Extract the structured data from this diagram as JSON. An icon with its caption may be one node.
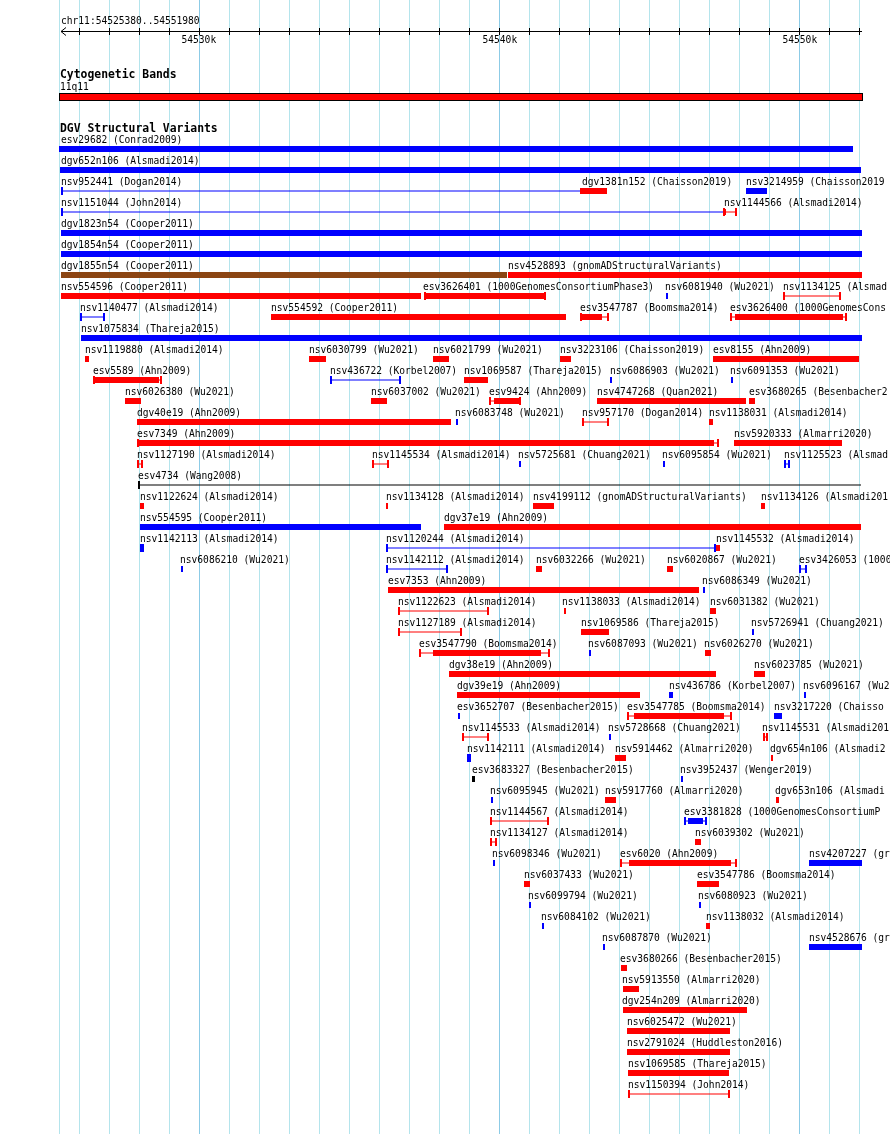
{
  "diagram": {
    "labels": [
      "chr11:54525380..54551980",
      "54530k",
      "54540k",
      "54550k",
      "Cytogenetic Bands",
      "11q11",
      "DGV Structural Variants",
      "esv29682 (Conrad2009)",
      "dgv652n106 (Alsmadi2014)",
      "nsv952441 (Dogan2014)",
      "dgv1381n152 (Chaisson2019)",
      "nsv3214959 (Chaisson2019",
      "nsv1151044 (John2014)",
      "nsv1144566 (Alsmadi2014)",
      "dgv1823n54 (Cooper2011)",
      "dgv1854n54 (Cooper2011)",
      "dgv1855n54 (Cooper2011)",
      "nsv4528893 (gnomADStructuralVariants)",
      "nsv554596 (Cooper2011)",
      "esv3626401 (1000GenomesConsortiumPhase3)",
      "nsv6081940 (Wu2021)",
      "nsv1134125 (Alsmad",
      "nsv1140477 (Alsmadi2014)",
      "nsv554592 (Cooper2011)",
      "esv3547787 (Boomsma2014)",
      "esv3626400 (1000GenomesCons",
      "nsv1075834 (Thareja2015)",
      "nsv1119880 (Alsmadi2014)",
      "nsv6030799 (Wu2021)",
      "nsv6021799 (Wu2021)",
      "nsv3223106 (Chaisson2019)",
      "esv8155 (Ahn2009)",
      "esv5589 (Ahn2009)",
      "nsv436722 (Korbel2007)",
      "nsv1069587 (Thareja2015)",
      "nsv6086903 (Wu2021)",
      "nsv6091353 (Wu2021)",
      "nsv6026380 (Wu2021)",
      "nsv6037002 (Wu2021)",
      "esv9424 (Ahn2009)",
      "nsv4747268 (Quan2021)",
      "esv3680265 (Besenbacher2",
      "dgv40e19 (Ahn2009)",
      "nsv6083748 (Wu2021)",
      "nsv957170 (Dogan2014)",
      "nsv1138031 (Alsmadi2014)",
      "esv7349 (Ahn2009)",
      "nsv5920333 (Almarri2020)",
      "nsv1127190 (Alsmadi2014)",
      "nsv1145534 (Alsmadi2014)",
      "nsv5725681 (Chuang2021)",
      "nsv6095854 (Wu2021)",
      "nsv1125523 (Alsmad",
      "esv4734 (Wang2008)",
      "nsv1122624 (Alsmadi2014)",
      "nsv1134128 (Alsmadi2014)",
      "nsv4199112 (gnomADStructuralVariants)",
      "nsv1134126 (Alsmadi201",
      "nsv554595 (Cooper2011)",
      "dgv37e19 (Ahn2009)",
      "nsv1142113 (Alsmadi2014)",
      "nsv1120244 (Alsmadi2014)",
      "nsv1145532 (Alsmadi2014)",
      "nsv6086210 (Wu2021)",
      "nsv1142112 (Alsmadi2014)",
      "nsv6032266 (Wu2021)",
      "nsv6020867 (Wu2021)",
      "esv3426053 (1000",
      "esv7353 (Ahn2009)",
      "nsv6086349 (Wu2021)",
      "nsv1122623 (Alsmadi2014)",
      "nsv1138033 (Alsmadi2014)",
      "nsv6031382 (Wu2021)",
      "nsv1127189 (Alsmadi2014)",
      "nsv1069586 (Thareja2015)",
      "nsv5726941 (Chuang2021)",
      "esv3547790 (Boomsma2014)",
      "nsv6087093 (Wu2021)",
      "nsv6026270 (Wu2021)",
      "dgv38e19 (Ahn2009)",
      "nsv6023785 (Wu2021)",
      "dgv39e19 (Ahn2009)",
      "nsv436786 (Korbel2007)",
      "nsv6096167 (Wu2",
      "esv3652707 (Besenbacher2015)",
      "esv3547785 (Boomsma2014)",
      "nsv3217220 (Chaisso",
      "nsv1145533 (Alsmadi2014)",
      "nsv5728668 (Chuang2021)",
      "nsv1145531 (Alsmadi201",
      "nsv1142111 (Alsmadi2014)",
      "nsv5914462 (Almarri2020)",
      "dgv654n106 (Alsmadi2",
      "esv3683327 (Besenbacher2015)",
      "nsv3952437 (Wenger2019)",
      "nsv6095945 (Wu2021)",
      "nsv5917760 (Almarri2020)",
      "dgv653n106 (Alsmadi",
      "nsv1144567 (Alsmadi2014)",
      "esv3381828 (1000GenomesConsortiumP",
      "nsv1134127 (Alsmadi2014)",
      "nsv6039302 (Wu2021)",
      "nsv6098346 (Wu2021)",
      "esv6020 (Ahn2009)",
      "nsv4207227 (gr",
      "nsv6037433 (Wu2021)",
      "esv3547786 (Boomsma2014)",
      "nsv6099794 (Wu2021)",
      "nsv6080923 (Wu2021)",
      "nsv6084102 (Wu2021)",
      "nsv1138032 (Alsmadi2014)",
      "nsv6087870 (Wu2021)",
      "nsv4528676 (gr",
      "esv3680266 (Besenbacher2015)",
      "nsv5913550 (Almarri2020)",
      "dgv254n209 (Almarri2020)",
      "nsv6025472 (Wu2021)",
      "nsv2791024 (Huddleston2016)",
      "nsv1069585 (Thareja2015)",
      "nsv1150394 (John2014)"
    ]
  }
}
